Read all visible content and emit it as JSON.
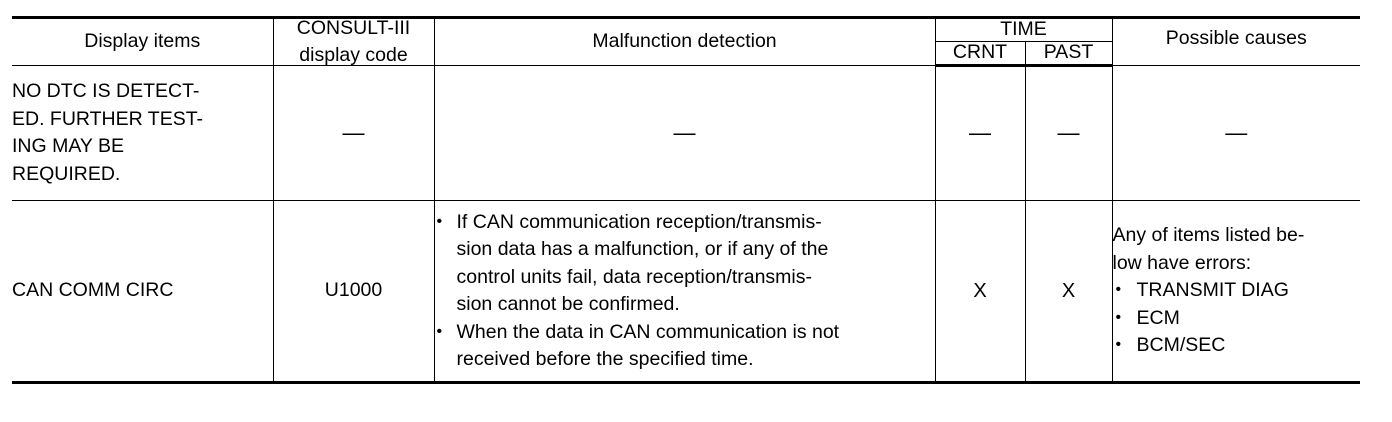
{
  "table": {
    "headers": {
      "display_items": "Display items",
      "consult_code_line1": "CONSULT-III",
      "consult_code_line2": "display code",
      "malfunction_detection": "Malfunction detection",
      "time": "TIME",
      "crnt": "CRNT",
      "past": "PAST",
      "possible_causes": "Possible causes"
    },
    "rows": [
      {
        "display_item_lines": [
          "NO DTC IS DETECT-",
          "ED. FURTHER TEST-",
          "ING MAY BE",
          "REQUIRED."
        ],
        "consult_code": "—",
        "detection": "—",
        "crnt": "—",
        "past": "—",
        "cause": "—"
      },
      {
        "display_item_lines": [
          "CAN COMM CIRC"
        ],
        "consult_code": "U1000",
        "detection_bullets": [
          [
            "If CAN communication reception/transmis-",
            "sion data has a malfunction, or if any of the",
            "control units fail, data reception/transmis-",
            "sion cannot be confirmed."
          ],
          [
            "When the data in CAN communication is not",
            "received before the specified time."
          ]
        ],
        "crnt": "X",
        "past": "X",
        "cause_heading_lines": [
          "Any of items listed be-",
          "low have errors:"
        ],
        "cause_items": [
          "TRANSMIT DIAG",
          "ECM",
          "BCM/SEC"
        ]
      }
    ]
  }
}
